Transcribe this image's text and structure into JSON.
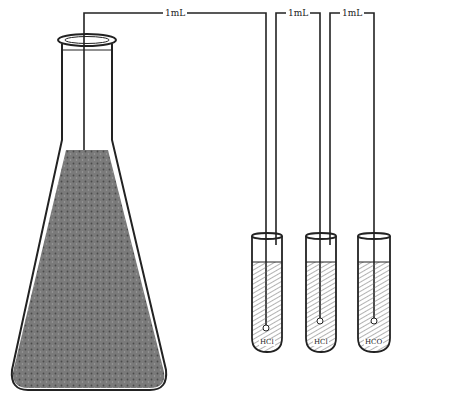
{
  "diagram": {
    "labels": [
      "1mL",
      "1mL",
      "1mL",
      "HCl",
      "HCl",
      "HCO"
    ]
  }
}
